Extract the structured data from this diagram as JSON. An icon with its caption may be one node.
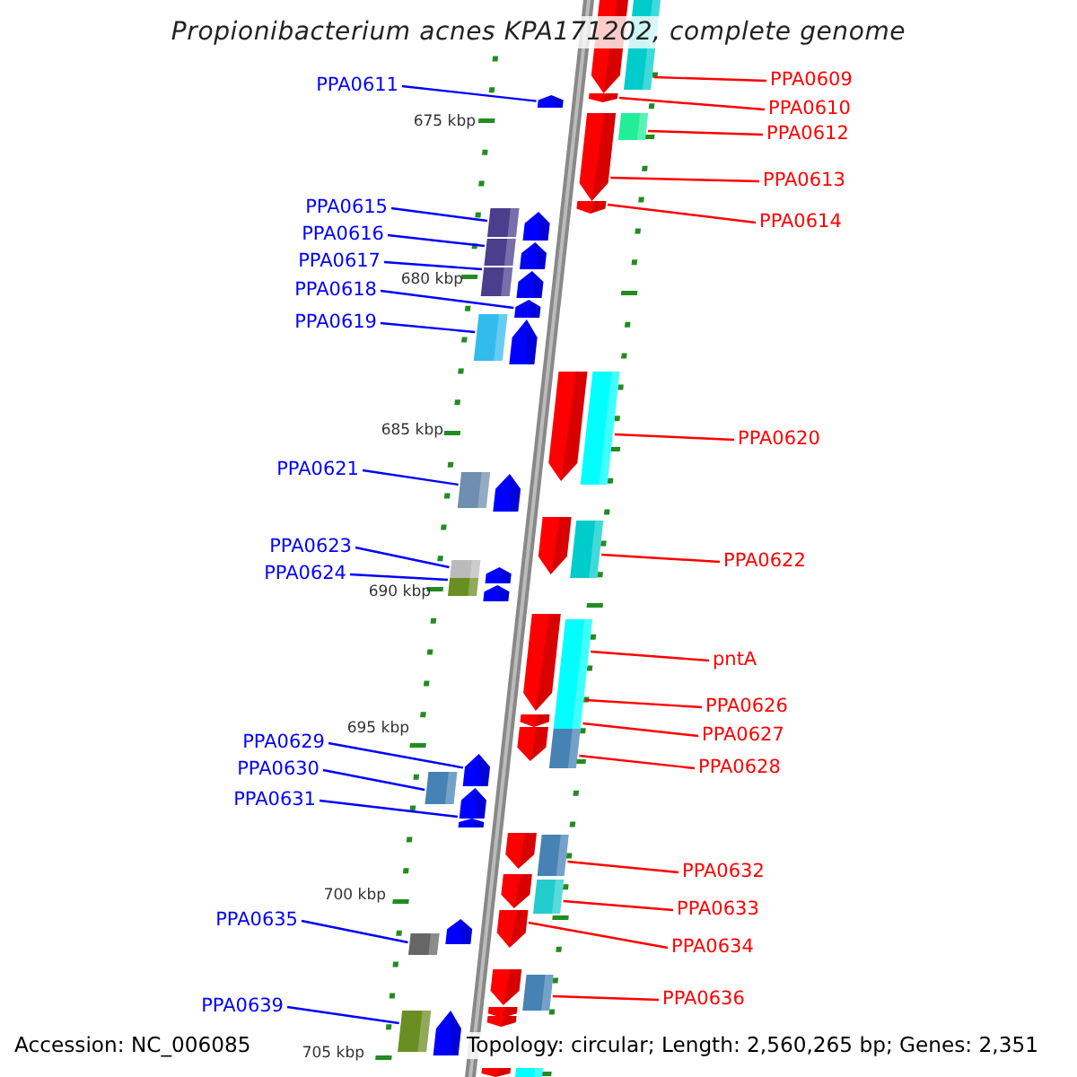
{
  "diagram": {
    "title": "Propionibacterium acnes KPA171202, complete genome",
    "nodes": [
      {
        "text": [
          "PPA0611"
        ]
      },
      {
        "text": [
          "PPA0615"
        ]
      },
      {
        "text": [
          "PPA0616"
        ]
      },
      {
        "text": [
          "PPA0617"
        ]
      },
      {
        "text": [
          "PPA0618"
        ]
      },
      {
        "text": [
          "PPA0619"
        ]
      },
      {
        "text": [
          "PPA0621"
        ]
      },
      {
        "text": [
          "PPA0623"
        ]
      },
      {
        "text": [
          "PPA0624"
        ]
      },
      {
        "text": [
          "PPA0629"
        ]
      },
      {
        "text": [
          "PPA0630"
        ]
      },
      {
        "text": [
          "PPA0631"
        ]
      },
      {
        "text": [
          "PPA0635"
        ]
      },
      {
        "text": [
          "PPA0639"
        ]
      },
      {
        "text": [
          "PPA0609"
        ]
      },
      {
        "text": [
          "PPA0610"
        ]
      },
      {
        "text": [
          "PPA0612"
        ]
      },
      {
        "text": [
          "PPA0613"
        ]
      },
      {
        "text": [
          "PPA0614"
        ]
      },
      {
        "text": [
          "PPA0620"
        ]
      },
      {
        "text": [
          "PPA0622"
        ]
      },
      {
        "text": [
          "pntA"
        ]
      },
      {
        "text": [
          "PPA0626"
        ]
      },
      {
        "text": [
          "PPA0627"
        ]
      },
      {
        "text": [
          "PPA0628"
        ]
      },
      {
        "text": [
          "PPA0632"
        ]
      },
      {
        "text": [
          "PPA0633"
        ]
      },
      {
        "text": [
          "PPA0634"
        ]
      },
      {
        "text": [
          "PPA0636"
        ]
      },
      {
        "text": [],
        "shape": "pentagon"
      },
      {
        "text": [],
        "shape": "box"
      },
      {
        "text": [],
        "shape": "box"
      },
      {
        "text": [],
        "shape": "box"
      },
      {
        "text": [],
        "shape": "pentagon"
      },
      {
        "text": [],
        "shape": "box"
      },
      {
        "text": [],
        "shape": "box"
      },
      {
        "text": [],
        "shape": "box"
      },
      {
        "text": [],
        "shape": "box"
      },
      {
        "text": [],
        "shape": "pentagon"
      },
      {
        "text": [],
        "shape": "box"
      },
      {
        "text": [],
        "shape": "pentagon"
      },
      {
        "text": [],
        "shape": "box"
      },
      {
        "text": [],
        "shape": "box"
      },
      {
        "text": [],
        "shape": "box"
      },
      {
        "text": [],
        "shape": "pentagon"
      },
      {
        "text": [],
        "shape": "box"
      },
      {
        "text": [],
        "shape": "pentagon"
      },
      {
        "text": [],
        "shape": "pentagon"
      },
      {
        "text": [],
        "shape": "box"
      },
      {
        "text": [],
        "shape": "box"
      },
      {
        "text": [],
        "shape": "box"
      },
      {
        "text": [],
        "shape": "box"
      },
      {
        "text": [],
        "shape": "box"
      },
      {
        "text": [],
        "shape": "box"
      },
      {
        "text": [],
        "shape": "box"
      },
      {
        "text": [],
        "shape": "box"
      },
      {
        "text": [],
        "shape": "pentagon"
      },
      {
        "text": [],
        "shape": "box"
      },
      {
        "text": [],
        "shape": "pentagon"
      },
      {
        "text": [],
        "shape": "pentagon"
      },
      {
        "text": [],
        "shape": "pentagon"
      },
      {
        "text": [],
        "shape": "pentagon"
      },
      {
        "text": [],
        "shape": "pentagon"
      },
      {
        "text": [],
        "shape": "pentagon"
      },
      {
        "text": [],
        "shape": "pentagon"
      },
      {
        "text": [],
        "shape": "pentagon"
      },
      {
        "text": [],
        "shape": "pentagon"
      },
      {
        "text": [],
        "shape": "pentagon"
      },
      {
        "text": [],
        "shape": "pentagon"
      },
      {
        "text": [],
        "shape": "pentagon"
      },
      {
        "text": [],
        "shape": "box"
      },
      {
        "text": [],
        "shape": "pentagon"
      },
      {
        "text": [],
        "shape": "pentagon"
      },
      {
        "text": [],
        "shape": "pentagon"
      },
      {
        "text": [],
        "shape": "pentagon"
      },
      {
        "text": [],
        "shape": "pentagon"
      },
      {
        "text": [],
        "shape": "pentagon"
      },
      {
        "text": [],
        "shape": "pentagon"
      },
      {
        "text": [],
        "shape": "pentagon"
      },
      {
        "text": [],
        "shape": "pentagon"
      },
      {
        "text": [],
        "shape": "pentagon"
      }
    ],
    "edges": [
      {
        "from": 0,
        "to": 29,
        "arrow": "none",
        "color": "#0000ff"
      },
      {
        "from": 1,
        "to": 30,
        "arrow": "none",
        "color": "#0000ff"
      },
      {
        "from": 2,
        "to": 31,
        "arrow": "none",
        "color": "#0000ff"
      },
      {
        "from": 3,
        "to": 32,
        "arrow": "none",
        "color": "#0000ff"
      },
      {
        "from": 4,
        "to": 33,
        "arrow": "none",
        "color": "#0000ff"
      },
      {
        "from": 5,
        "to": 34,
        "arrow": "none",
        "color": "#0000ff"
      },
      {
        "from": 6,
        "to": 35,
        "arrow": "none",
        "color": "#0000ff"
      },
      {
        "from": 7,
        "to": 36,
        "arrow": "none",
        "color": "#0000ff"
      },
      {
        "from": 8,
        "to": 37,
        "arrow": "none",
        "color": "#0000ff"
      },
      {
        "from": 9,
        "to": 38,
        "arrow": "none",
        "color": "#0000ff"
      },
      {
        "from": 10,
        "to": 39,
        "arrow": "none",
        "color": "#0000ff"
      },
      {
        "from": 11,
        "to": 40,
        "arrow": "none",
        "color": "#0000ff"
      },
      {
        "from": 12,
        "to": 41,
        "arrow": "none",
        "color": "#0000ff"
      },
      {
        "from": 13,
        "to": 42,
        "arrow": "none",
        "color": "#0000ff"
      },
      {
        "from": 14,
        "to": 43,
        "arrow": "none",
        "color": "#ff0000"
      },
      {
        "from": 15,
        "to": 44,
        "arrow": "none",
        "color": "#ff0000"
      },
      {
        "from": 16,
        "to": 45,
        "arrow": "none",
        "color": "#ff0000"
      },
      {
        "from": 17,
        "to": 46,
        "arrow": "none",
        "color": "#ff0000"
      },
      {
        "from": 18,
        "to": 47,
        "arrow": "none",
        "color": "#ff0000"
      },
      {
        "from": 19,
        "to": 48,
        "arrow": "none",
        "color": "#ff0000"
      },
      {
        "from": 20,
        "to": 49,
        "arrow": "none",
        "color": "#ff0000"
      },
      {
        "from": 21,
        "to": 50,
        "arrow": "none",
        "color": "#ff0000"
      },
      {
        "from": 22,
        "to": 51,
        "arrow": "none",
        "color": "#ff0000"
      },
      {
        "from": 23,
        "to": 52,
        "arrow": "none",
        "color": "#ff0000"
      },
      {
        "from": 24,
        "to": 53,
        "arrow": "none",
        "color": "#ff0000"
      },
      {
        "from": 25,
        "to": 54,
        "arrow": "none",
        "color": "#ff0000"
      },
      {
        "from": 26,
        "to": 55,
        "arrow": "none",
        "color": "#ff0000"
      },
      {
        "from": 27,
        "to": 56,
        "arrow": "none",
        "color": "#ff0000"
      },
      {
        "from": 28,
        "to": 57,
        "arrow": "none",
        "color": "#ff0000"
      }
    ],
    "labels": [
      "675 kbp",
      "680 kbp",
      "685 kbp",
      "690 kbp",
      "695 kbp",
      "700 kbp",
      "705 kbp",
      "Accession: NC_006085",
      "Topology: circular; Length: 2,560,265 bp; Genes: 2,351"
    ]
  }
}
